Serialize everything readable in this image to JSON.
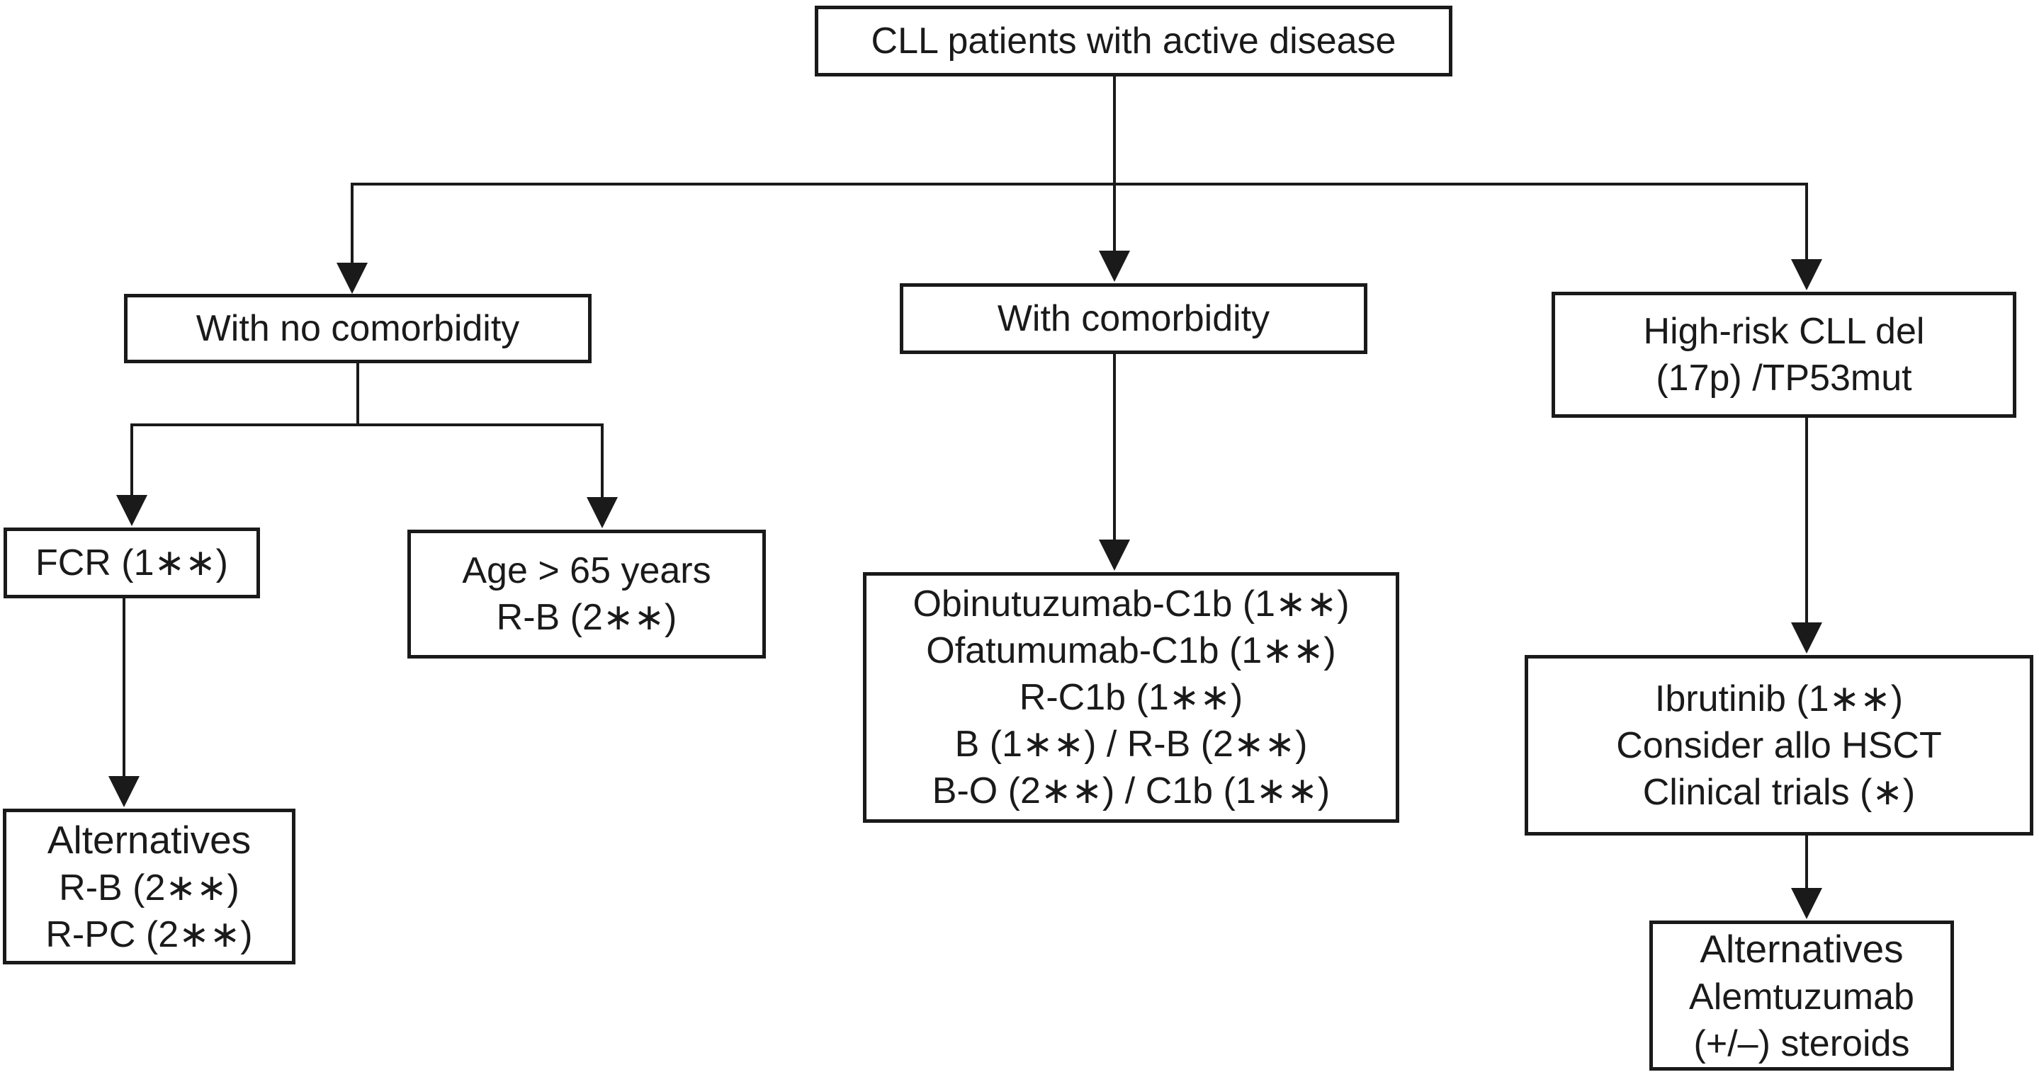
{
  "colors": {
    "ink": "#1a1a1a",
    "background": "#ffffff"
  },
  "icons": {
    "arrowhead": "filled-down-triangle"
  },
  "diagram": {
    "nodes": {
      "root": {
        "label": "CLL patients with active disease"
      },
      "no_comorbidity": {
        "label": "With no comorbidity"
      },
      "comorbidity": {
        "label": "With comorbidity"
      },
      "high_risk": {
        "lines": [
          "High-risk CLL del",
          "(17p) /TP53mut"
        ]
      },
      "fcr": {
        "label": "FCR (1∗∗)"
      },
      "age_over_65": {
        "lines": [
          "Age > 65 years",
          "R-B (2∗∗)"
        ]
      },
      "comorbidity_options": {
        "lines": [
          "Obinutuzumab-C1b (1∗∗)",
          "Ofatumumab-C1b (1∗∗)",
          "R-C1b (1∗∗)",
          "B (1∗∗) / R-B (2∗∗)",
          "B-O (2∗∗) / C1b (1∗∗)"
        ]
      },
      "high_risk_options": {
        "lines": [
          "Ibrutinib (1∗∗)",
          "Consider allo HSCT",
          "Clinical trials (∗)"
        ]
      },
      "alternatives_no_comorbidity": {
        "title": "Alternatives",
        "lines": [
          "R-B (2∗∗)",
          "R-PC (2∗∗)"
        ]
      },
      "alternatives_high_risk": {
        "title": "Alternatives",
        "lines": [
          "Alemtuzumab",
          "(+/–) steroids"
        ]
      }
    },
    "edges": [
      {
        "from": "root",
        "to": "no_comorbidity"
      },
      {
        "from": "root",
        "to": "comorbidity"
      },
      {
        "from": "root",
        "to": "high_risk"
      },
      {
        "from": "no_comorbidity",
        "to": "fcr"
      },
      {
        "from": "no_comorbidity",
        "to": "age_over_65"
      },
      {
        "from": "fcr",
        "to": "alternatives_no_comorbidity"
      },
      {
        "from": "comorbidity",
        "to": "comorbidity_options"
      },
      {
        "from": "high_risk",
        "to": "high_risk_options"
      },
      {
        "from": "high_risk_options",
        "to": "alternatives_high_risk"
      }
    ]
  }
}
